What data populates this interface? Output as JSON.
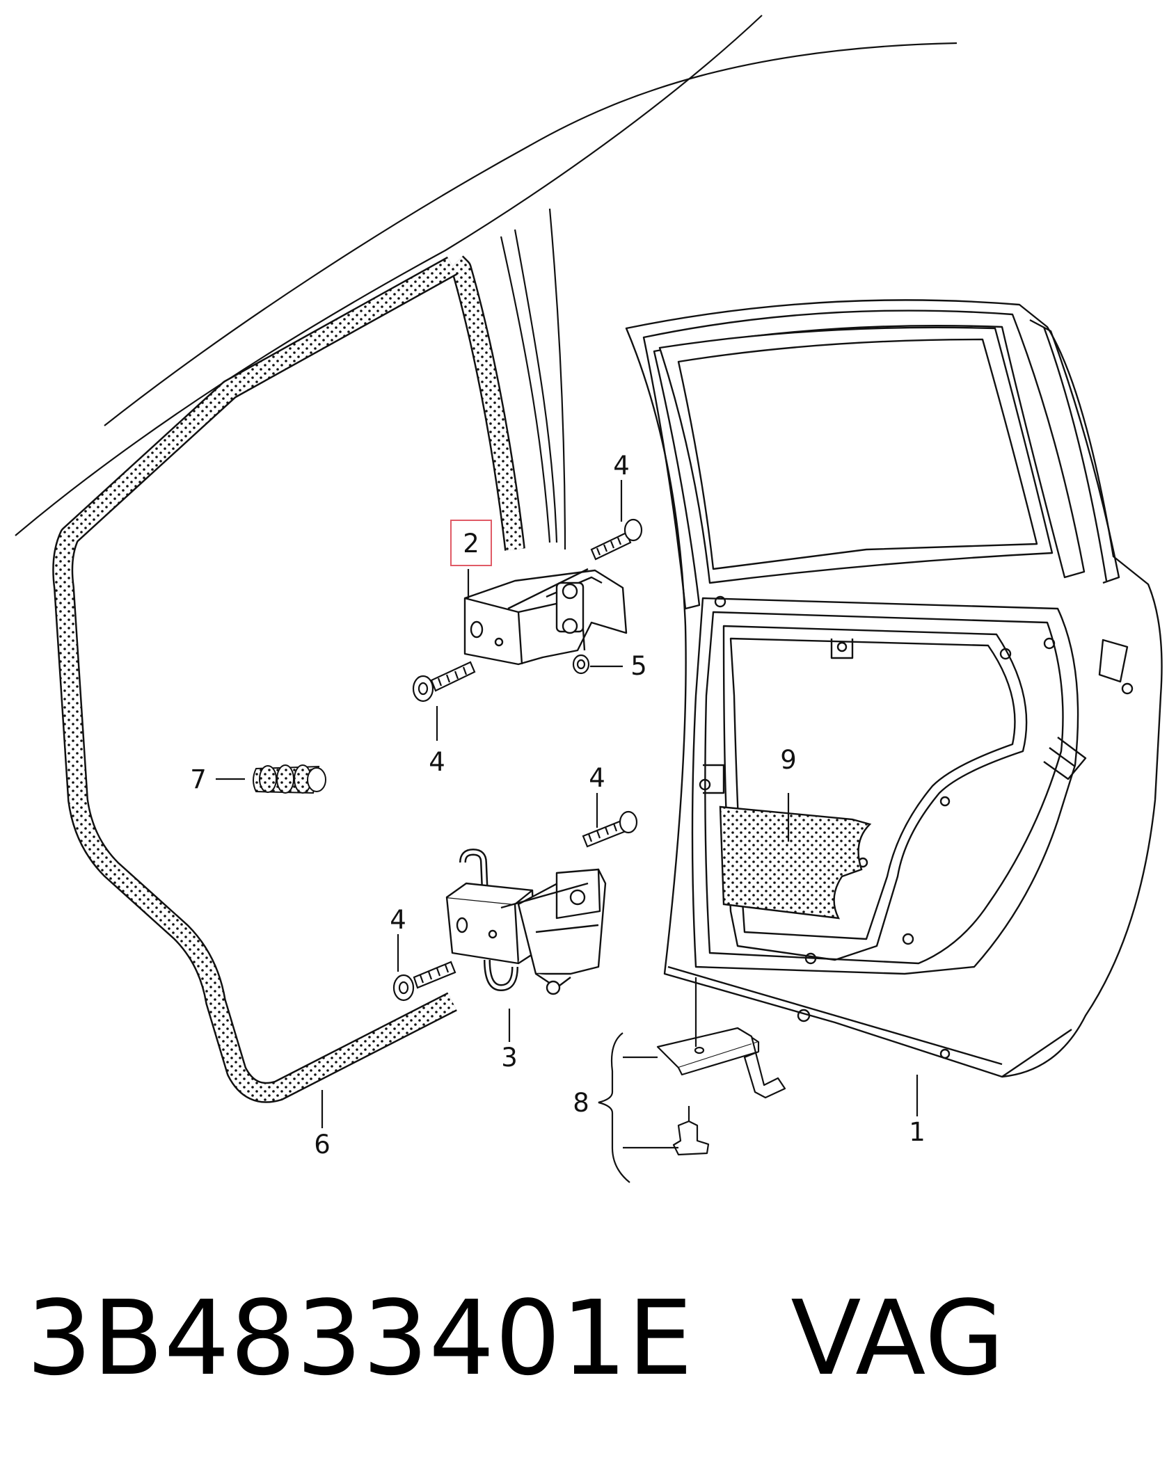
{
  "diagram": {
    "callouts": {
      "c1": "1",
      "c2": "2",
      "c3": "3",
      "c4a": "4",
      "c4b": "4",
      "c4c": "4",
      "c4d": "4",
      "c5": "5",
      "c6": "6",
      "c7": "7",
      "c8": "8",
      "c9": "9"
    },
    "highlight_color": "#e05a66"
  },
  "part": {
    "number": "3B4833401E",
    "brand": "VAG"
  }
}
